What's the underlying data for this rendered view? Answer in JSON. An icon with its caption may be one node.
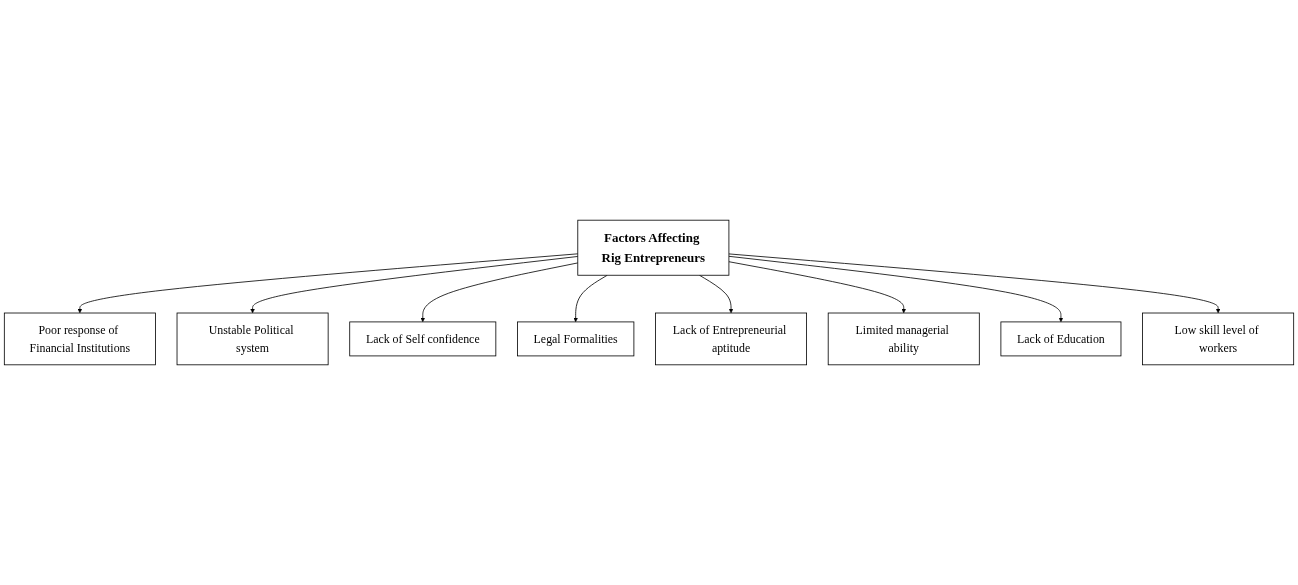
{
  "diagram": {
    "nodes": [
      {
        "text": [
          "Poor response of Financial Institutions"
        ]
      },
      {
        "text": [
          "Unstable Political system"
        ]
      },
      {
        "text": [
          "Lack of Self confidence"
        ]
      },
      {
        "text": [
          "Legal Formalities"
        ]
      },
      {
        "text": [
          "Factors Affecting Rig Entrepreneurs"
        ]
      },
      {
        "text": [
          "Lack of Entrepreneurial aptitude"
        ]
      },
      {
        "text": [
          "Limited managerial ability"
        ]
      },
      {
        "text": [
          "Lack of Education"
        ]
      },
      {
        "text": [
          "Low skill level of workers"
        ]
      }
    ],
    "edges": [
      {
        "from": 4,
        "to": 0,
        "arrow": "to"
      },
      {
        "from": 4,
        "to": 1,
        "arrow": "to"
      },
      {
        "from": 4,
        "to": 2,
        "arrow": "to"
      },
      {
        "from": 4,
        "to": 3,
        "arrow": "to"
      },
      {
        "from": 4,
        "to": 5,
        "arrow": "to"
      },
      {
        "from": 4,
        "to": 6,
        "arrow": "to"
      },
      {
        "from": 4,
        "to": 7,
        "arrow": "to"
      },
      {
        "from": 4,
        "to": 8,
        "arrow": "to"
      }
    ]
  }
}
